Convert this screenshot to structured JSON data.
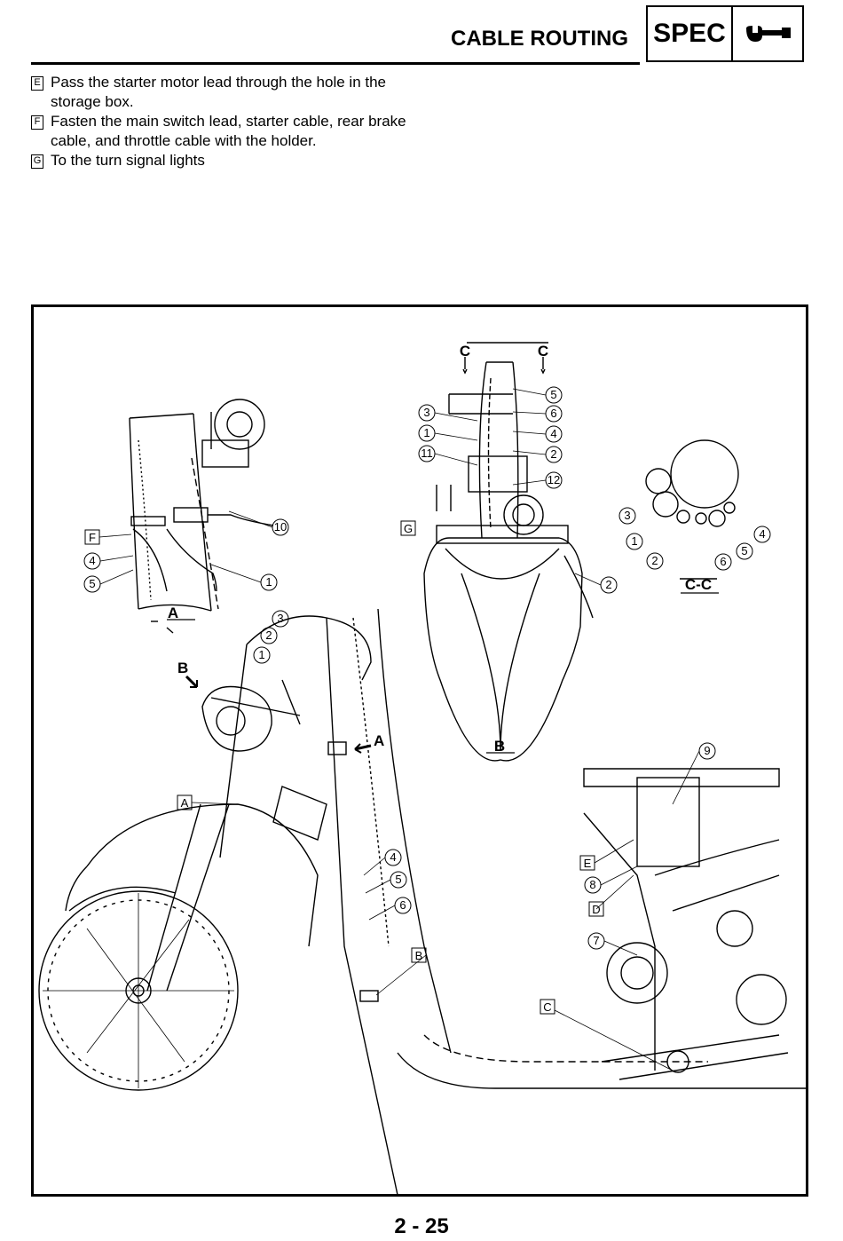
{
  "header": {
    "title": "CABLE ROUTING",
    "spec_label": "SPEC",
    "spec_icon": "wrench-icon"
  },
  "notes": [
    {
      "key": "E",
      "text": "Pass the starter motor lead through the hole in the storage box."
    },
    {
      "key": "F",
      "text": "Fasten the main switch lead, starter cable, rear brake cable, and throttle cable with the holder."
    },
    {
      "key": "G",
      "text": "To the turn signal lights"
    }
  ],
  "figure": {
    "views": {
      "a": "A",
      "b": "B",
      "cc": "C-C",
      "c_marker": "C"
    },
    "arrows": {
      "a": "A",
      "b": "B"
    },
    "keys": {
      "A": "A",
      "B": "B",
      "C": "C",
      "D": "D",
      "E": "E",
      "F": "F",
      "G": "G"
    },
    "numbers": {
      "n1": "1",
      "n2": "2",
      "n3": "3",
      "n4": "4",
      "n5": "5",
      "n6": "6",
      "n7": "7",
      "n8": "8",
      "n9": "9",
      "n10": "10",
      "n11": "11",
      "n12": "12"
    }
  },
  "page": {
    "number": "2 - 25"
  }
}
